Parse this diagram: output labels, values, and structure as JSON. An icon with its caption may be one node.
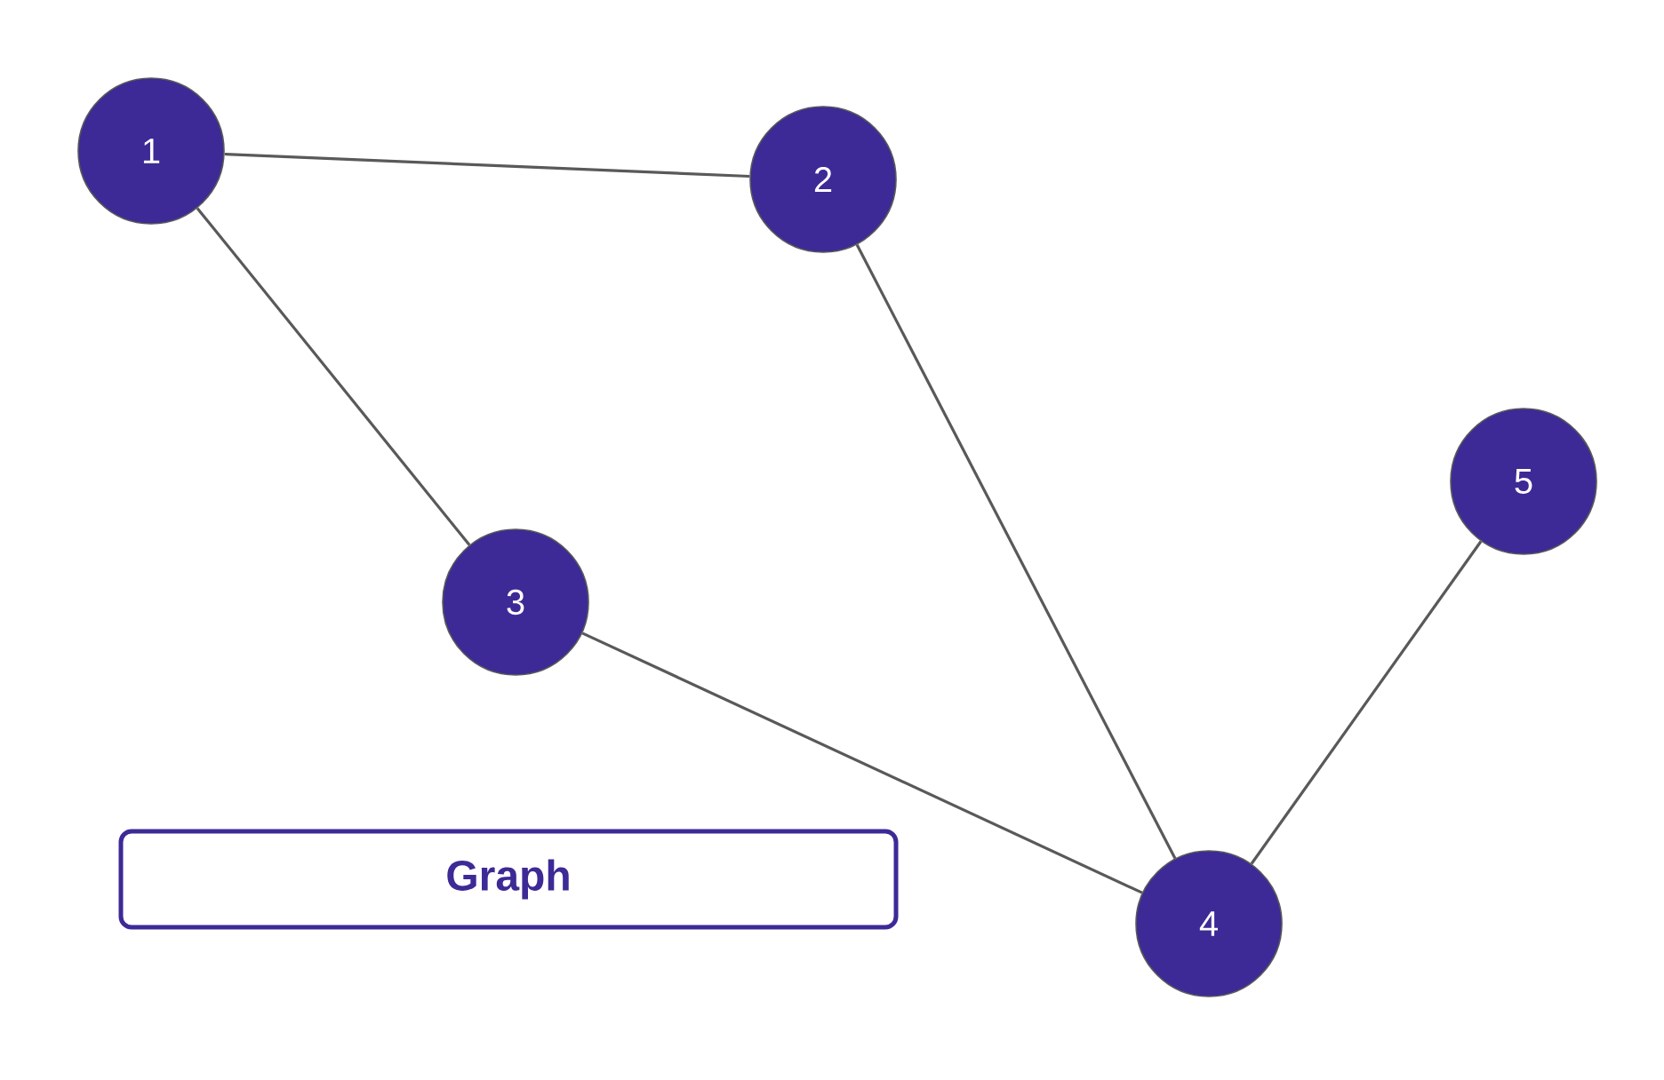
{
  "diagram": {
    "nodes": [
      {
        "text": [
          "1"
        ]
      },
      {
        "text": [
          "2"
        ]
      },
      {
        "text": [
          "3"
        ]
      },
      {
        "text": [
          "4"
        ]
      },
      {
        "text": [
          "5"
        ]
      },
      {
        "text": [
          "Graph"
        ]
      }
    ],
    "edges": [
      {
        "from": 0,
        "to": 1,
        "arrow": "none"
      },
      {
        "from": 0,
        "to": 2,
        "arrow": "none"
      },
      {
        "from": 1,
        "to": 3,
        "arrow": "none"
      },
      {
        "from": 2,
        "to": 3,
        "arrow": "none"
      },
      {
        "from": 3,
        "to": 4,
        "arrow": "none"
      }
    ]
  }
}
